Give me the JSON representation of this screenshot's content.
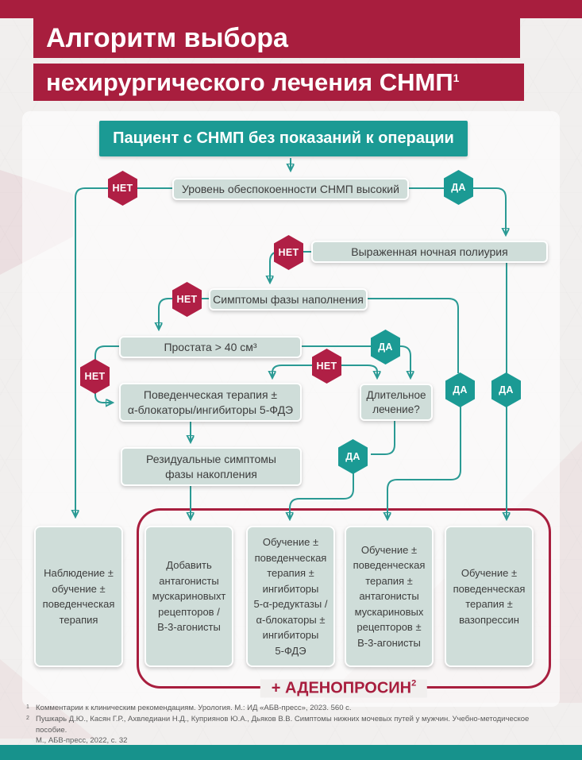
{
  "header": {
    "title_line1": "Алгоритм выбора",
    "title_line2": "нехирургического лечения СНМП",
    "title_sup": "1"
  },
  "banner": {
    "text": "Пациент с СНМП без показаний к операции"
  },
  "labels": {
    "yes": "ДА",
    "no": "НЕТ"
  },
  "nodes": {
    "concern": "Уровень обеспокоенности СНМП высокий",
    "polyuria": "Выраженная ночная полиурия",
    "storage": "Симптомы фазы наполнения",
    "prostate": "Простата > 40 см³",
    "behavioral": "Поведенческая терапия ±\nα-блокаторы/ингибиторы 5-ФДЭ",
    "longterm": "Длительное\nлечение?",
    "residual": "Резидуальные симптомы\nфазы накопления"
  },
  "outcomes": [
    "Наблюдение ±\nобучение ±\nповеденческая\nтерапия",
    "Добавить\nантагонисты\nмускариновыхт\nрецепторов /\nВ-3-агонисты",
    "Обучение ±\nповеденческая\nтерапия ±\nингибиторы\n5-α-редуктазы /\nα-блокаторы ±\nингибиторы\n5-ФДЭ",
    "Обучение ±\nповеденческая\nтерапия ±\nантагонисты\nмускариновых\nрецепторов ±\nВ-3-агонисты",
    "Обучение ±\nповеденческая\nтерапия ±\nвазопрессин"
  ],
  "adenoprosin": {
    "text": "+ АДЕНОПРОСИН",
    "sup": "2"
  },
  "footnotes": [
    {
      "marker": "1",
      "text": "Комментарии к клиническим рекомендациям. Урология. М.: ИД «АБВ-пресс», 2023. 560 с."
    },
    {
      "marker": "2",
      "text": "Пушкарь Д.Ю., Касян Г.Р., Ахвледиани Н.Д., Куприянов Ю.А., Дьяков В.В. Симптомы нижних мочевых путей у мужчин. Учебно-методическое пособие.\nМ., АБВ-пресс, 2022, с. 32"
    }
  ],
  "colors": {
    "maroon": "#a81e3e",
    "teal": "#1b9a94",
    "hex_red": "#b01f45",
    "node_fill": "#cfddd9",
    "line_teal": "#2a9a94"
  }
}
